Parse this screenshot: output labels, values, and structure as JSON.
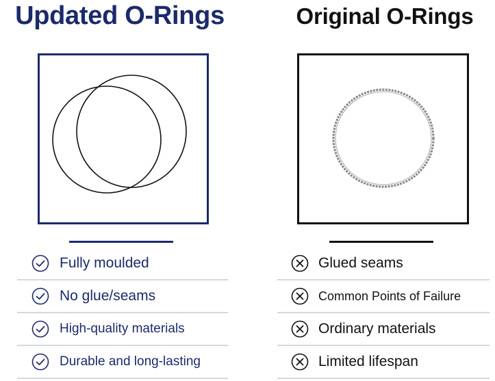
{
  "updated": {
    "title": "Updated O-Rings",
    "features": [
      {
        "label": "Fully moulded",
        "icon": "check-circle-icon"
      },
      {
        "label": "No glue/seams",
        "icon": "check-circle-icon"
      },
      {
        "label": "High-quality materials",
        "icon": "check-circle-icon"
      },
      {
        "label": "Durable and long-lasting",
        "icon": "check-circle-icon"
      }
    ]
  },
  "original": {
    "title": "Original O-Rings",
    "features": [
      {
        "label": "Glued seams",
        "icon": "x-circle-icon"
      },
      {
        "label": "Common Points of Failure",
        "icon": "x-circle-icon"
      },
      {
        "label": "Ordinary materials",
        "icon": "x-circle-icon"
      },
      {
        "label": "Limited lifespan",
        "icon": "x-circle-icon"
      }
    ]
  },
  "colors": {
    "accent": "#1b2a6b",
    "dark": "#111111",
    "row_divider": "#d4d8e2"
  }
}
